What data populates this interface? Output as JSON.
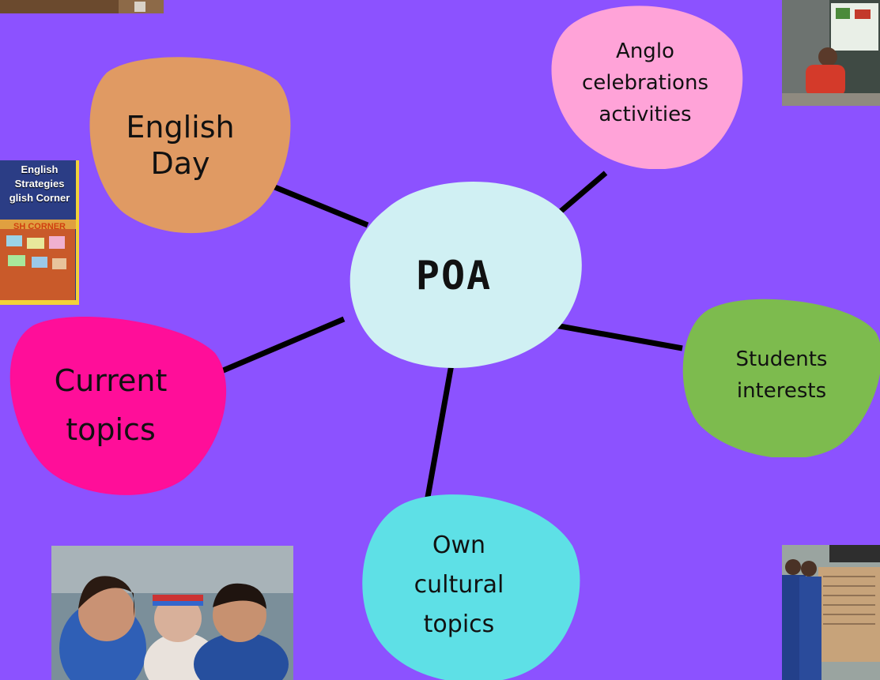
{
  "colors": {
    "background": "#8c52ff",
    "center": "#d0f0f3",
    "english_day": "#e09a63",
    "anglo": "#ffa3d8",
    "current": "#ff0e99",
    "students": "#7dbb4e",
    "own": "#5ee0e6"
  },
  "center": {
    "label": "POA"
  },
  "nodes": {
    "english_day": {
      "label": "English\nDay"
    },
    "anglo": {
      "label": "Anglo\ncelebrations\nactivities"
    },
    "current": {
      "label": "Current\ntopics"
    },
    "students": {
      "label": "Students\ninterests"
    },
    "own": {
      "label": "Own\ncultural\ntopics"
    }
  },
  "photos": {
    "english_corner_sign": {
      "line1": "English",
      "line2": "Strategies",
      "line3": "glish Corner",
      "banner": "SH CORNER"
    }
  }
}
